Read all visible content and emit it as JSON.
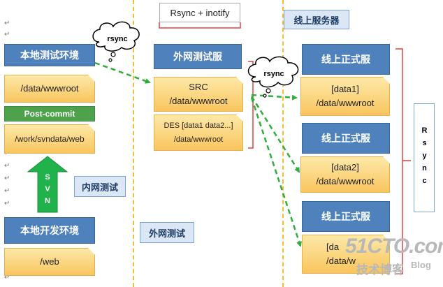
{
  "top_tool_label": "Rsync + inotify",
  "prod_area_title": "线上服务器",
  "internal_test_label": "内网测试",
  "external_test_label": "外网测试",
  "svn_arrow_text": "SVN",
  "rsync_cloud_1": "rsync",
  "rsync_cloud_2": "rsync",
  "rsync_side_label": "Rsync",
  "local_test": {
    "title": "本地测试环境",
    "path": "/data/wwwroot",
    "hook": "Post-commit",
    "svn_path": "/work/svndata/web"
  },
  "local_dev": {
    "title": "本地开发环境",
    "path": "/web"
  },
  "ext_test": {
    "title": "外网测试服",
    "src_label": "SRC",
    "src_path": "/data/wwwroot",
    "des_label": "DES [data1 data2...]",
    "des_path": "/data/wwwroot"
  },
  "prod_servers": [
    {
      "title": "线上正式服",
      "tag": "[data1]",
      "path": "/data/wwwroot"
    },
    {
      "title": "线上正式服",
      "tag": "[data2]",
      "path": "/data/wwwroot"
    },
    {
      "title": "线上正式服",
      "tag": "[da",
      "path": "/data/w"
    }
  ],
  "watermark": {
    "main": "51CTO.com",
    "sub": "技术博客",
    "tag": "Blog"
  },
  "colors": {
    "box_blue": "#4f81bd",
    "box_orange": "#f9c55e",
    "hook_green": "#4ea24c",
    "arrow_green": "#2fae3c",
    "bracket_red": "#e04040",
    "divider_yellow": "#f0c030"
  }
}
